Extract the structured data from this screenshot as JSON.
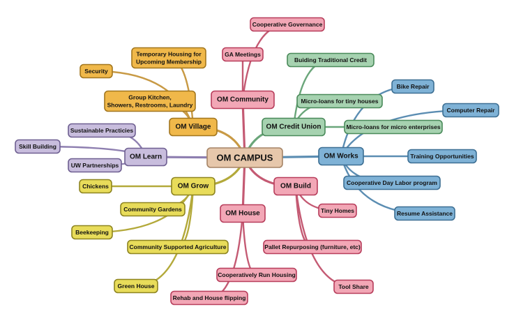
{
  "mindmap": {
    "center": {
      "id": "center",
      "label": "OM CAMPUS",
      "color": "center"
    },
    "branches": [
      {
        "id": "community",
        "label": "OM Community",
        "color": "pink",
        "children": [
          {
            "id": "coop-gov",
            "label": "Cooperative Governance"
          },
          {
            "id": "ga-meetings",
            "label": "GA Meetings"
          }
        ]
      },
      {
        "id": "village",
        "label": "OM Village",
        "color": "orange",
        "children": [
          {
            "id": "temp-housing",
            "label": "Temporary Housing for\nUpcoming Membership"
          },
          {
            "id": "security",
            "label": "Security"
          },
          {
            "id": "group-kitchen",
            "label": "Group Kitchen,\nShowers, Restrooms, Laundry"
          }
        ]
      },
      {
        "id": "credit-union",
        "label": "OM Credit Union",
        "color": "green",
        "children": [
          {
            "id": "trad-credit",
            "label": "Buiding Traditional Credit"
          },
          {
            "id": "micro-tiny",
            "label": "Micro-loans for tiny houses"
          },
          {
            "id": "micro-enterprise",
            "label": "Micro-loans for micro enterprises"
          }
        ]
      },
      {
        "id": "works",
        "label": "OM Works",
        "color": "blue",
        "children": [
          {
            "id": "bike-repair",
            "label": "Bike Repair"
          },
          {
            "id": "computer-repair",
            "label": "Computer Repair"
          },
          {
            "id": "training",
            "label": "Training Opportunities"
          },
          {
            "id": "day-labor",
            "label": "Cooperative Day Labor program"
          },
          {
            "id": "resume",
            "label": "Resume Assistance"
          }
        ]
      },
      {
        "id": "learn",
        "label": "OM Learn",
        "color": "purple",
        "children": [
          {
            "id": "sustainable",
            "label": "Sustainable Practicies"
          },
          {
            "id": "skill-building",
            "label": "Skill Building"
          },
          {
            "id": "uw",
            "label": "UW Partnerships"
          }
        ]
      },
      {
        "id": "grow",
        "label": "OM Grow",
        "color": "yellow",
        "children": [
          {
            "id": "chickens",
            "label": "Chickens"
          },
          {
            "id": "comm-gardens",
            "label": "Community Gardens"
          },
          {
            "id": "beekeeping",
            "label": "Beekeeping"
          },
          {
            "id": "csa",
            "label": "Community Supported Agriculture"
          },
          {
            "id": "green-house",
            "label": "Green House"
          }
        ]
      },
      {
        "id": "house",
        "label": "OM House",
        "color": "pink",
        "children": [
          {
            "id": "coop-housing",
            "label": "Cooperatively Run Housing"
          },
          {
            "id": "rehab",
            "label": "Rehab and House flipping"
          }
        ]
      },
      {
        "id": "build",
        "label": "OM Build",
        "color": "pink",
        "children": [
          {
            "id": "tiny-homes",
            "label": "Tiny Homes"
          },
          {
            "id": "pallet",
            "label": "Pallet Repurposing (furniture, etc)"
          },
          {
            "id": "tool-share",
            "label": "Tool Share"
          }
        ]
      }
    ]
  },
  "palette": {
    "center": {
      "fill": "#e6c7ab",
      "stroke": "#a58466",
      "edge": "#a58466"
    },
    "pink": {
      "fill": "#f2a7b6",
      "stroke": "#b73d5b",
      "edge": "#c45a73"
    },
    "orange": {
      "fill": "#f0b84a",
      "stroke": "#a2761e",
      "edge": "#c89a45"
    },
    "green": {
      "fill": "#a6d2b0",
      "stroke": "#4a8a5a",
      "edge": "#6aa67a"
    },
    "blue": {
      "fill": "#7fb2d6",
      "stroke": "#3d6f93",
      "edge": "#5b8db2"
    },
    "purple": {
      "fill": "#c8bddd",
      "stroke": "#6e5f91",
      "edge": "#8e7fb0"
    },
    "yellow": {
      "fill": "#e8dc5a",
      "stroke": "#8d8420",
      "edge": "#b3a93a"
    }
  }
}
